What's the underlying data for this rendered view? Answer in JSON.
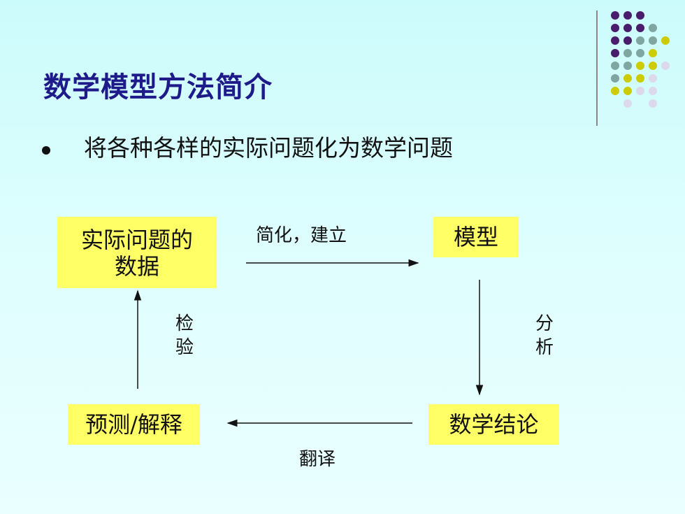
{
  "title": "数学模型方法简介",
  "bullet": "将各种各样的实际问题化为数学问题",
  "colors": {
    "title": "#1f1a8a",
    "box_fill": "#ffff66",
    "dot_purple": "#4a1c6c",
    "dot_teal": "#7fa6a0",
    "dot_yellow": "#cccc00",
    "dot_light": "#dcd9ec"
  },
  "diagram": {
    "nodes": {
      "data": "实际问题的数据",
      "model": "模型",
      "prediction": "预测/解释",
      "conclusion": "数学结论"
    },
    "edges": {
      "data_to_model": "简化，建立",
      "model_to_conclusion": "分析",
      "conclusion_to_prediction": "翻译",
      "prediction_to_data": "检验"
    }
  }
}
